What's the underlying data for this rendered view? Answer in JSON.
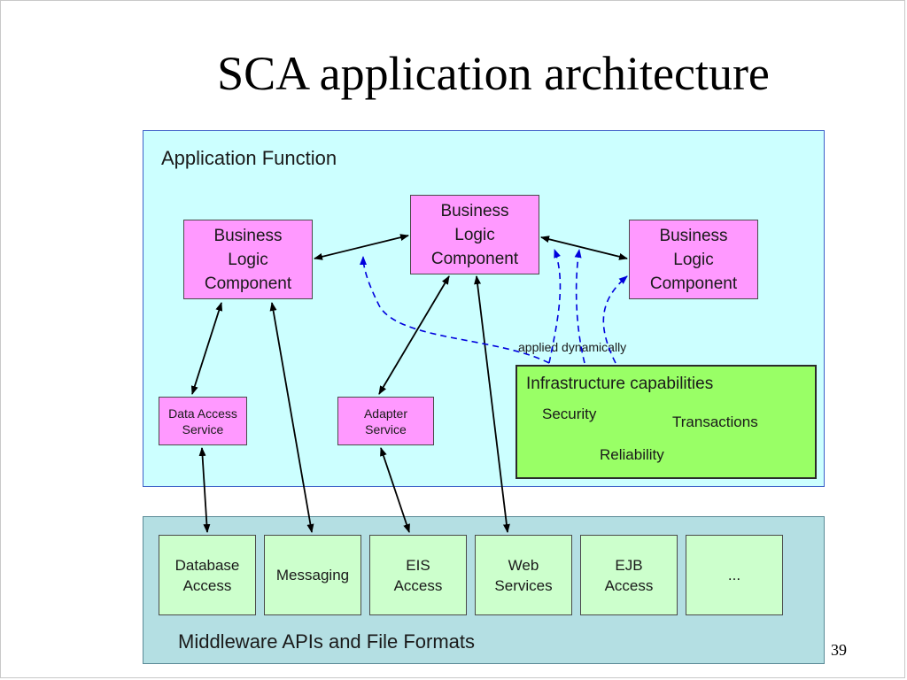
{
  "slide": {
    "title": "SCA application architecture",
    "page_number": "39"
  },
  "application_function": {
    "title": "Application Function",
    "components": [
      {
        "label": "Business\nLogic\nComponent"
      },
      {
        "label": "Business\nLogic\nComponent"
      },
      {
        "label": "Business\nLogic\nComponent"
      }
    ],
    "services": [
      {
        "label": "Data Access\nService"
      },
      {
        "label": "Adapter\nService"
      }
    ],
    "applied_label": "applied dynamically",
    "infrastructure": {
      "title": "Infrastructure capabilities",
      "capabilities": [
        "Security",
        "Transactions",
        "Reliability"
      ]
    }
  },
  "middleware": {
    "title": "Middleware APIs and File Formats",
    "items": [
      {
        "label": "Database\nAccess"
      },
      {
        "label": "Messaging"
      },
      {
        "label": "EIS\nAccess"
      },
      {
        "label": "Web\nServices"
      },
      {
        "label": "EJB\nAccess"
      },
      {
        "label": "..."
      }
    ]
  },
  "colors": {
    "application_panel": "#ccffff",
    "middleware_panel": "#b4dfe3",
    "component_box": "#ff99ff",
    "infrastructure_box": "#99ff66",
    "middleware_box": "#ccffcc",
    "dynamic_arrow": "#0000dd"
  }
}
